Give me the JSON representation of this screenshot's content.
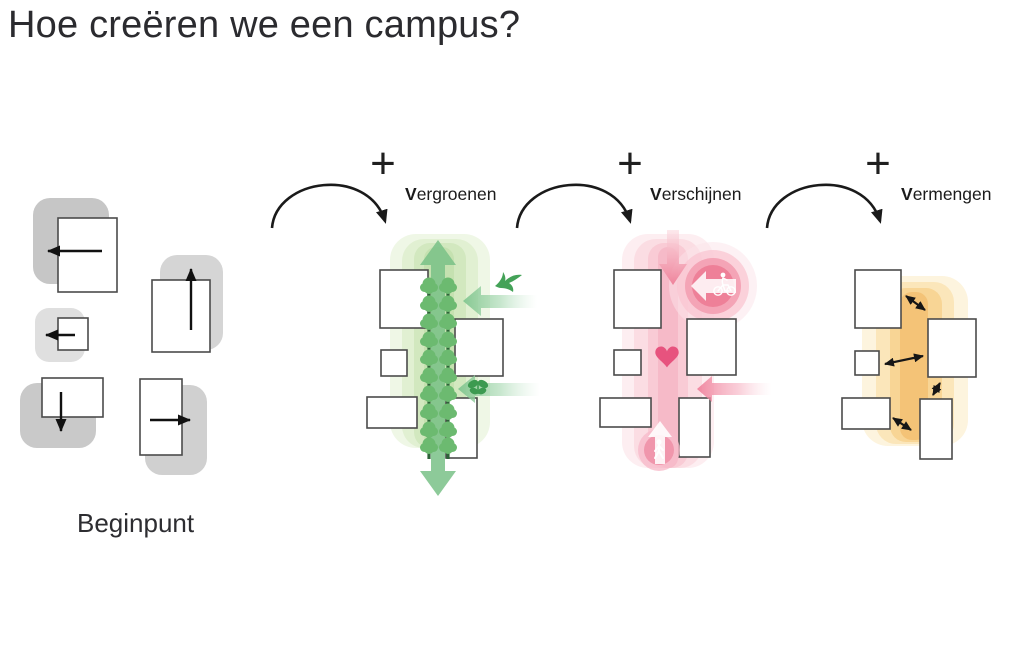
{
  "title": "Hoe creëren we een campus?",
  "start": {
    "label": "Beginpunt"
  },
  "steps": [
    {
      "plus": "+",
      "label": "Vergroenen",
      "accent": "#6abb6e",
      "icons": [
        "plus-icon",
        "curved-arrow-icon",
        "vertical-double-arrow-icon",
        "tree-icon",
        "bird-icon",
        "butterfly-icon",
        "green-flow-arrow-icon"
      ]
    },
    {
      "plus": "+",
      "label": "Verschijnen",
      "accent": "#ee7d97",
      "icons": [
        "plus-icon",
        "curved-arrow-icon",
        "down-arrow-icon",
        "cyclist-icon",
        "heart-icon",
        "pink-flow-arrow-icon",
        "pedestrian-icon",
        "up-arrow-icon"
      ]
    },
    {
      "plus": "+",
      "label": "Vermengen",
      "accent": "#f2c171",
      "icons": [
        "plus-icon",
        "curved-arrow-icon",
        "double-headed-arrow-icon"
      ]
    }
  ],
  "colors": {
    "ink": "#1b1b1b",
    "gray_shadow": "#cccccc",
    "green": "#6abb6e",
    "green_band": "#d2e8bf",
    "pink": "#ee7d97",
    "pink_band": "#f9cbd5",
    "heart": "#e7537e",
    "yellow": "#f2c171",
    "yellow_band": "#f8d595",
    "background": "#ffffff"
  }
}
